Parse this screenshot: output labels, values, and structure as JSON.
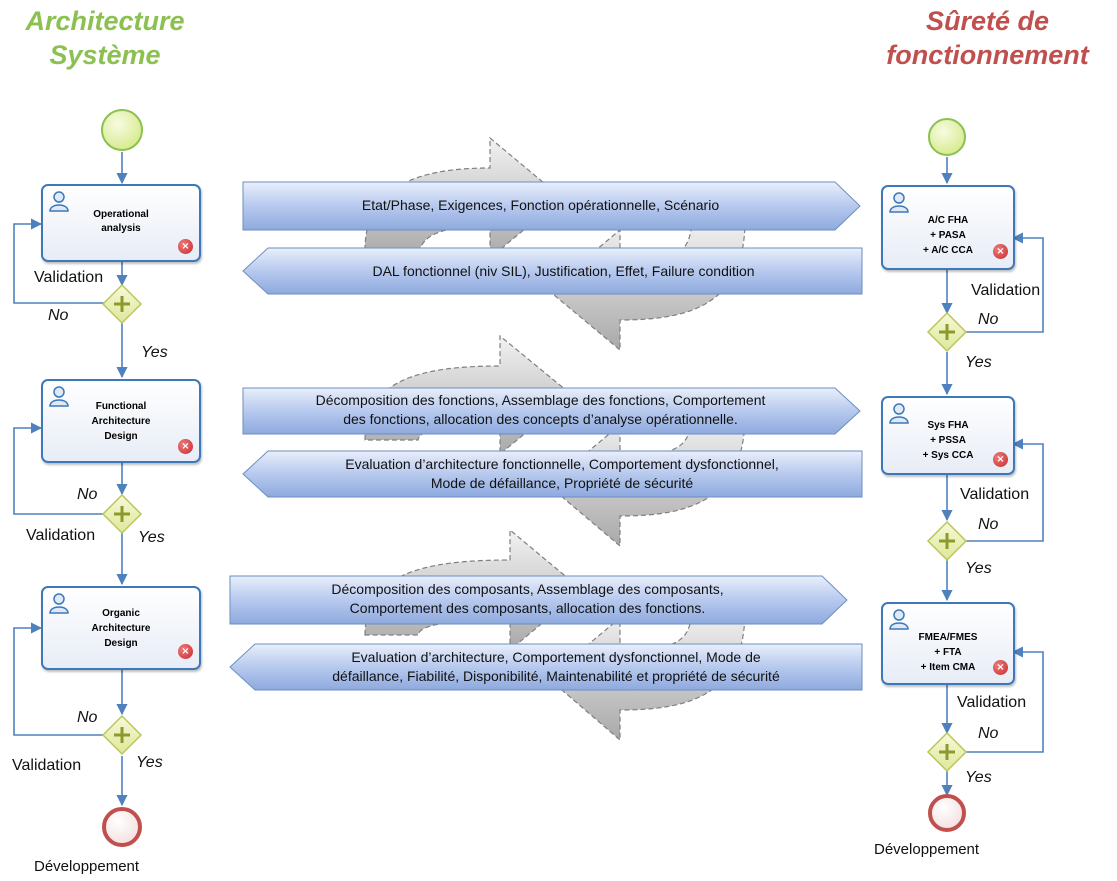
{
  "titles": {
    "left": "Architecture\nSystème",
    "right": "Sûreté de\nfonctionnement"
  },
  "left_tasks": [
    {
      "label": "Operational\nanalysis"
    },
    {
      "label": "Functional\nArchitecture\nDesign"
    },
    {
      "label": "Organic\nArchitecture\nDesign"
    }
  ],
  "right_tasks": [
    {
      "label": "A/C FHA\n+ PASA\n+ A/C CCA"
    },
    {
      "label": "Sys FHA\n+ PSSA\n+ Sys CCA"
    },
    {
      "label": "FMEA/FMES\n+ FTA\n+ Item CMA"
    }
  ],
  "labels": {
    "validation": "Validation",
    "no": "No",
    "yes": "Yes",
    "end": "Développement"
  },
  "bands": {
    "b1_right": "Etat/Phase, Exigences, Fonction opérationnelle, Scénario",
    "b1_left": "DAL fonctionnel (niv SIL), Justification, Effet,  Failure condition",
    "b2_right": "Décomposition des fonctions, Assemblage des fonctions, Comportement\ndes fonctions, allocation des concepts d’analyse opérationnelle.",
    "b2_left": "Evaluation d’architecture fonctionnelle, Comportement dysfonctionnel,\nMode de défaillance, Propriété de sécurité",
    "b3_right": "Décomposition des composants, Assemblage des composants,\nComportement  des composants, allocation des fonctions.",
    "b3_left": "Evaluation d’architecture, Comportement dysfonctionnel, Mode de\ndéfaillance, Fiabilité, Disponibilité, Maintenabilité et propriété de sécurité"
  },
  "colors": {
    "left_title": "#8cc152",
    "right_title": "#c0504d",
    "connector": "#4f81bd",
    "task_border": "#3d78b8",
    "gateway": "#c9d86a",
    "start_fill": "#e6f3a8",
    "end_stroke": "#c0504d"
  }
}
